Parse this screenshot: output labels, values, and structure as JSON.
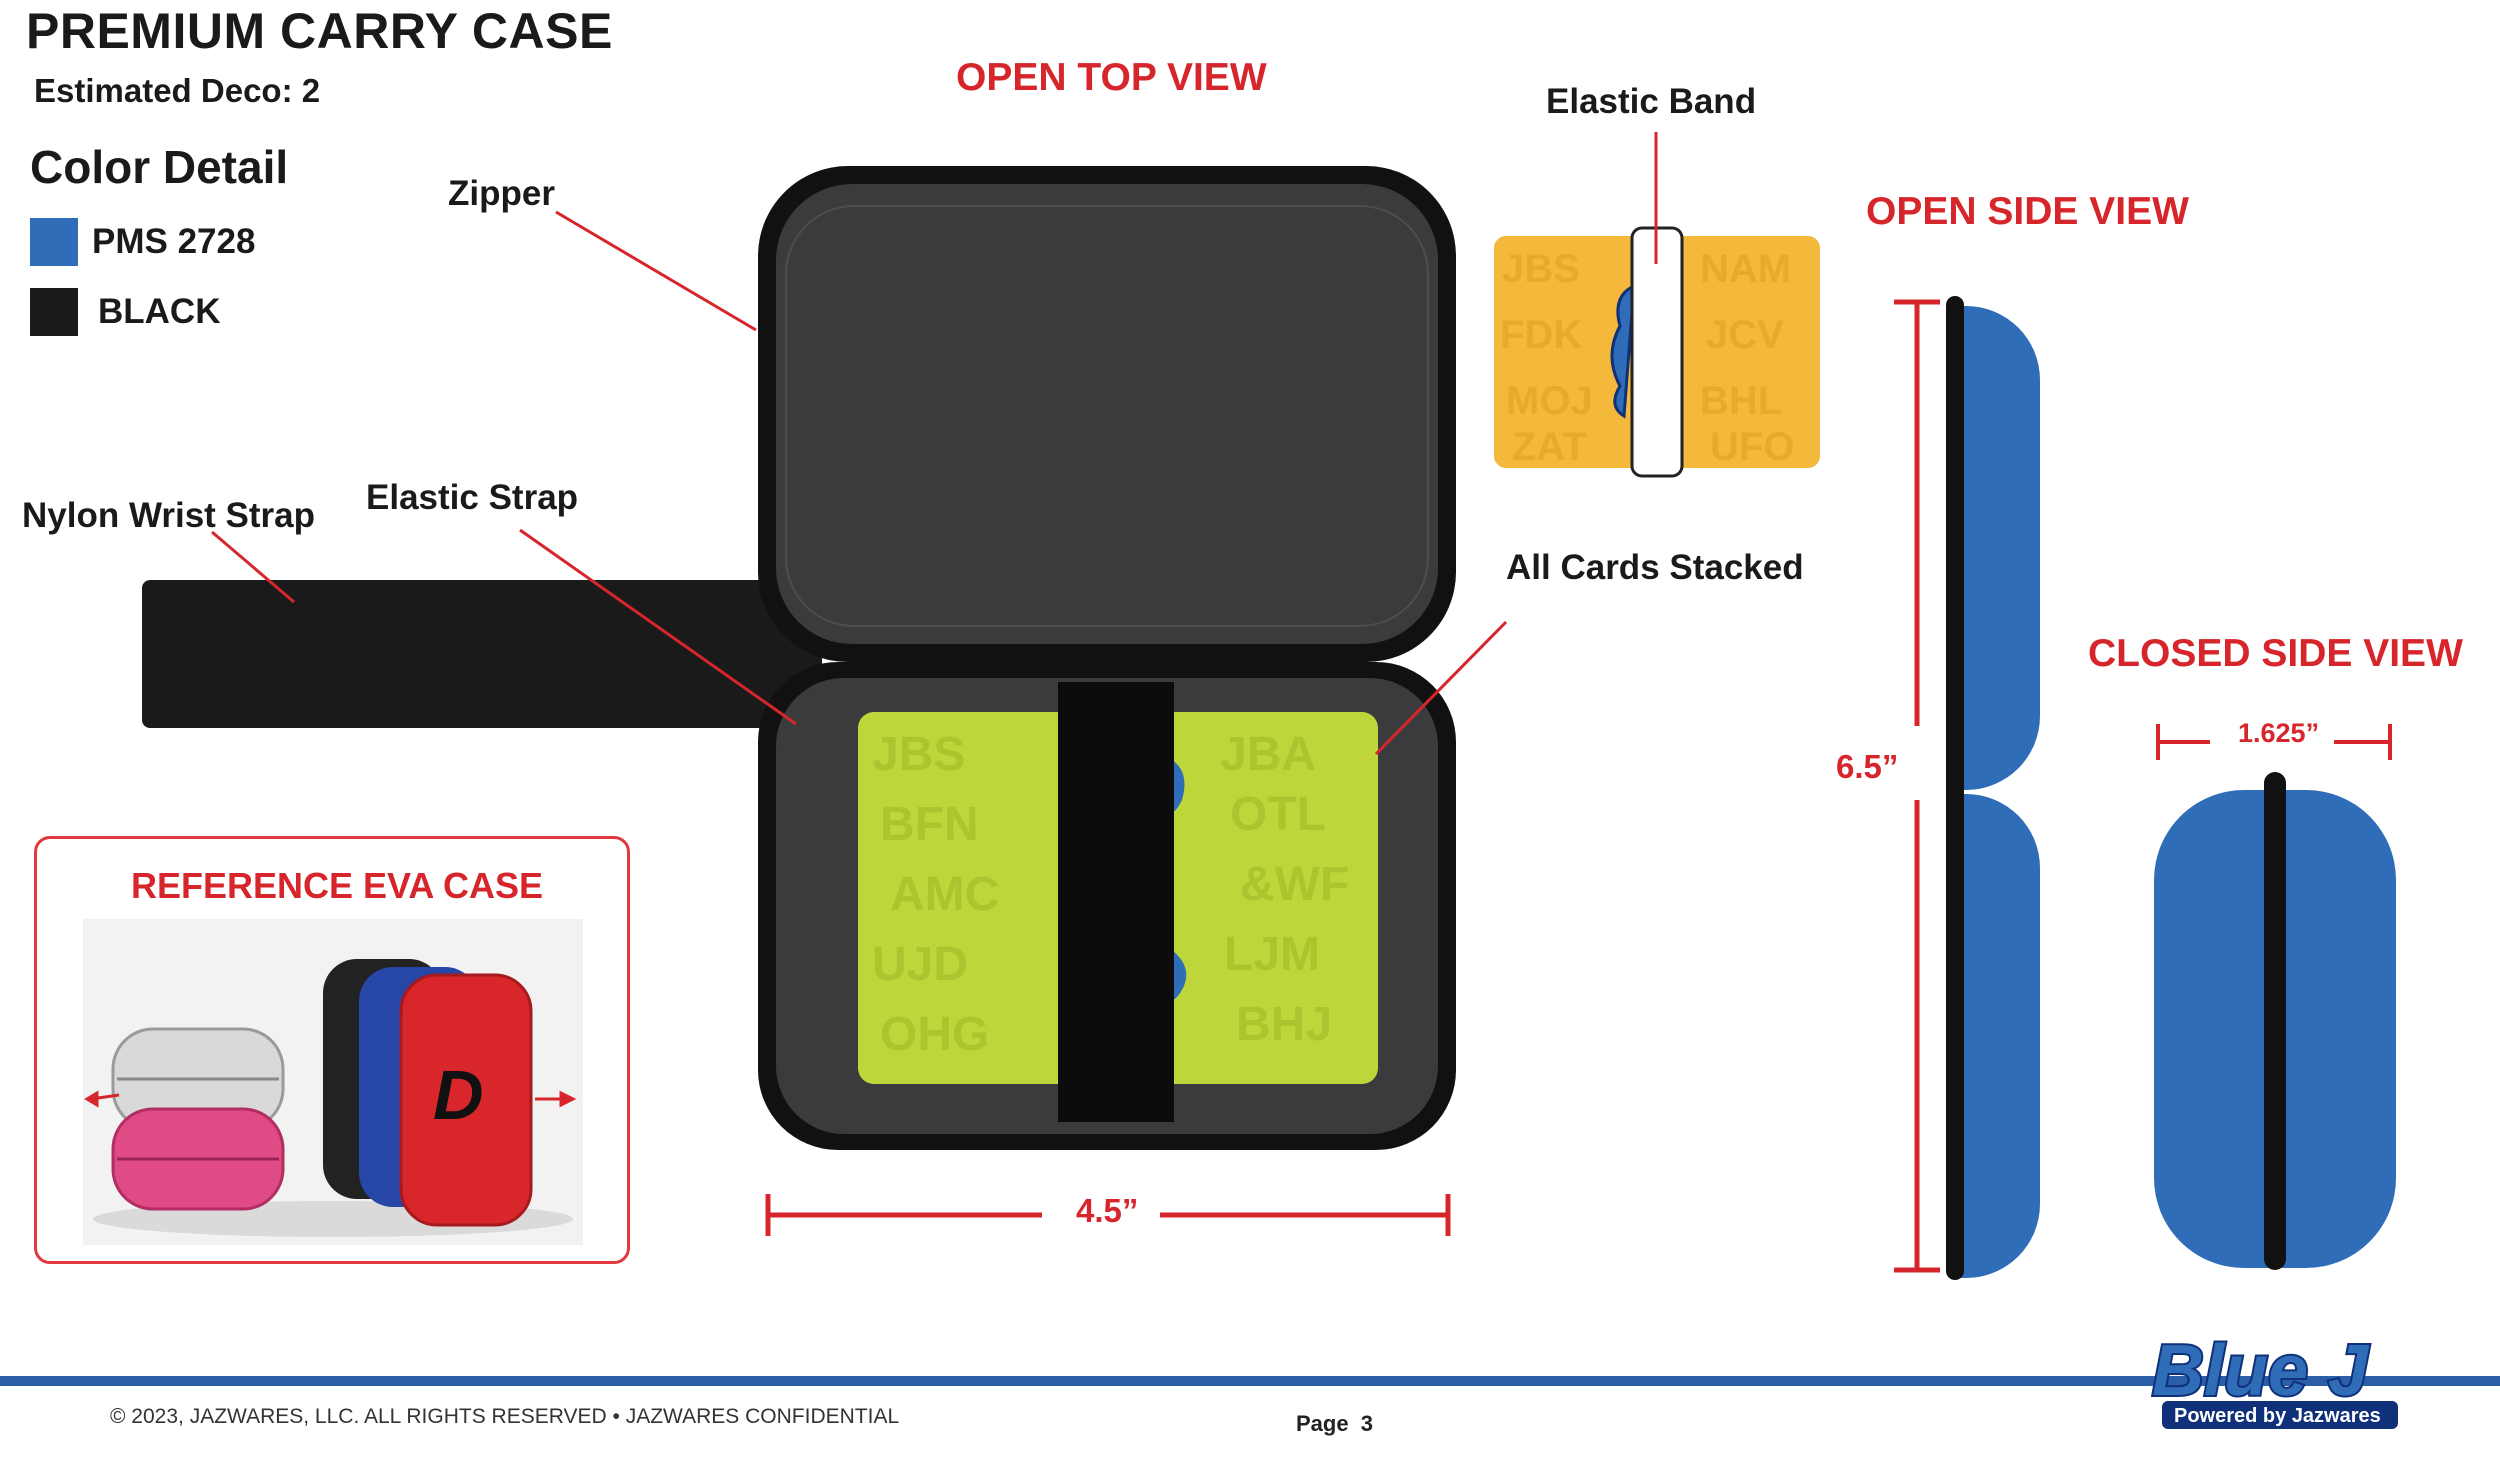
{
  "document": {
    "title": "PREMIUM CARRY CASE",
    "estimated_deco": "Estimated Deco: 2"
  },
  "color_detail": {
    "heading": "Color Detail",
    "swatches": [
      {
        "label": "PMS 2728",
        "color": "#2f6db8"
      },
      {
        "label": "BLACK",
        "color": "#1a1a1a"
      }
    ]
  },
  "callouts": {
    "zipper": "Zipper",
    "nylon_strap": "Nylon Wrist Strap",
    "elastic_strap": "Elastic Strap",
    "elastic_band": "Elastic Band",
    "all_cards": "All Cards Stacked"
  },
  "views": {
    "open_top": "OPEN TOP VIEW",
    "open_side": "OPEN SIDE VIEW",
    "closed_side": "CLOSED SIDE VIEW"
  },
  "dimensions": {
    "width": "4.5”",
    "height": "6.5”",
    "depth": "1.625”"
  },
  "reference": {
    "title": "REFERENCE EVA CASE"
  },
  "footer": {
    "copyright": "© 2023, JAZWARES, LLC. ALL RIGHTS RESERVED • JAZWARES CONFIDENTIAL",
    "page": "Page  3"
  },
  "logo": {
    "name": "Blue J",
    "tagline": "Powered by Jazwares"
  },
  "colors": {
    "accent_red": "#d7262b",
    "case_blue": "#2f6db8",
    "case_black": "#1a1a1a",
    "card_green": "#bfd63a",
    "card_yellow": "#f4b93a",
    "footer_blue": "#2a5ea8"
  }
}
